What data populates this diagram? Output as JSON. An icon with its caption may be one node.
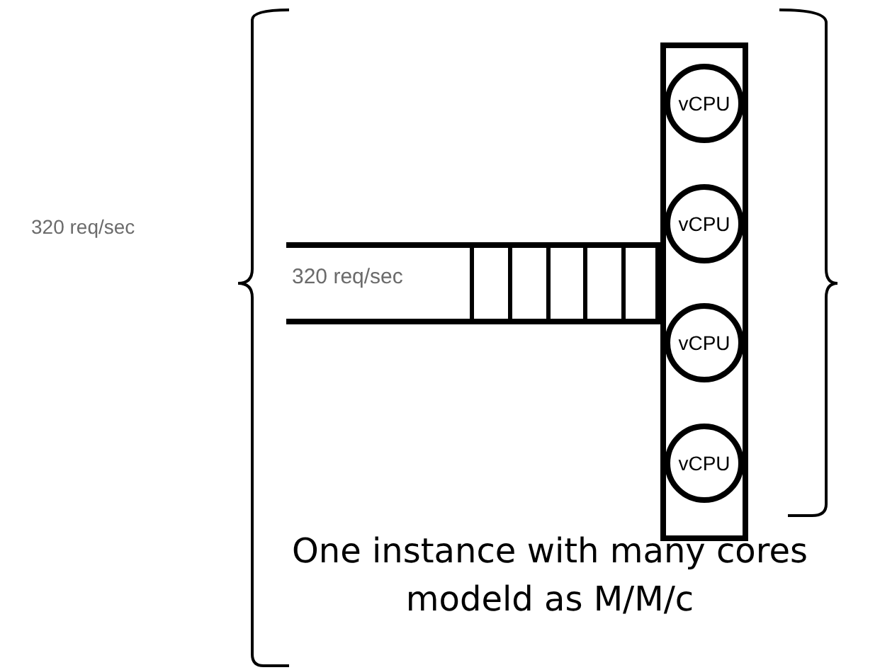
{
  "diagram": {
    "caption": "One instance with many cores modeld as M/M/c",
    "nodes": [
      {
        "text": [
          "320 req/sec"
        ]
      },
      {
        "text": [],
        "shape": "box"
      },
      {
        "text": [
          "vCPU"
        ],
        "in": 1
      },
      {
        "text": [
          "vCPU"
        ],
        "in": 1
      },
      {
        "text": [
          "vCPU"
        ],
        "in": 1
      },
      {
        "text": [
          "vCPU"
        ],
        "in": 1
      }
    ],
    "labels": [
      "320 req/sec"
    ]
  }
}
